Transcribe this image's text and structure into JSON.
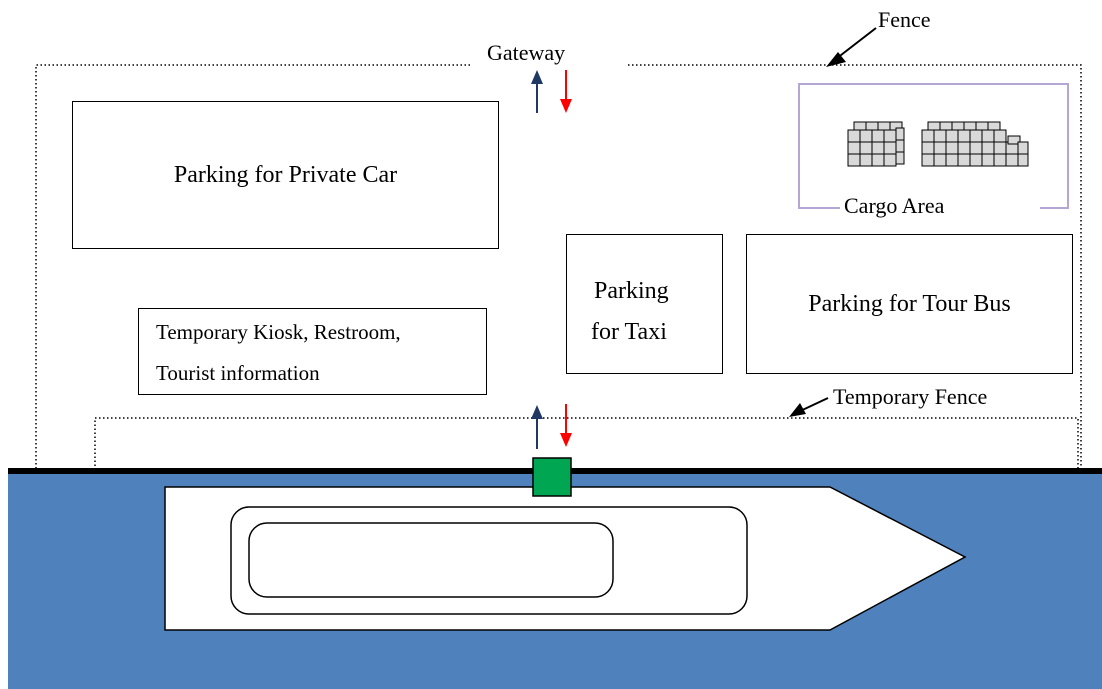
{
  "labels": {
    "fence": "Fence",
    "gateway": "Gateway",
    "temporary_fence": "Temporary Fence",
    "cargo_area": "Cargo Area",
    "private_car": "Parking for Private Car",
    "taxi_line1": "Parking",
    "taxi_line2": "for Taxi",
    "tour_bus": "Parking for Tour Bus",
    "kiosk_line1": "Temporary Kiosk, Restroom,",
    "kiosk_line2": "Tourist information"
  },
  "colors": {
    "water": "#4f81bd",
    "gangway": "#00a651",
    "arrow_in": "#1f3864",
    "arrow_out": "#ff0000",
    "cargo_border": "#b4a7d6"
  },
  "icons": {
    "cargo": "boxes-stack-icon",
    "arrow_in": "arrow-up-icon",
    "arrow_out": "arrow-down-icon"
  }
}
